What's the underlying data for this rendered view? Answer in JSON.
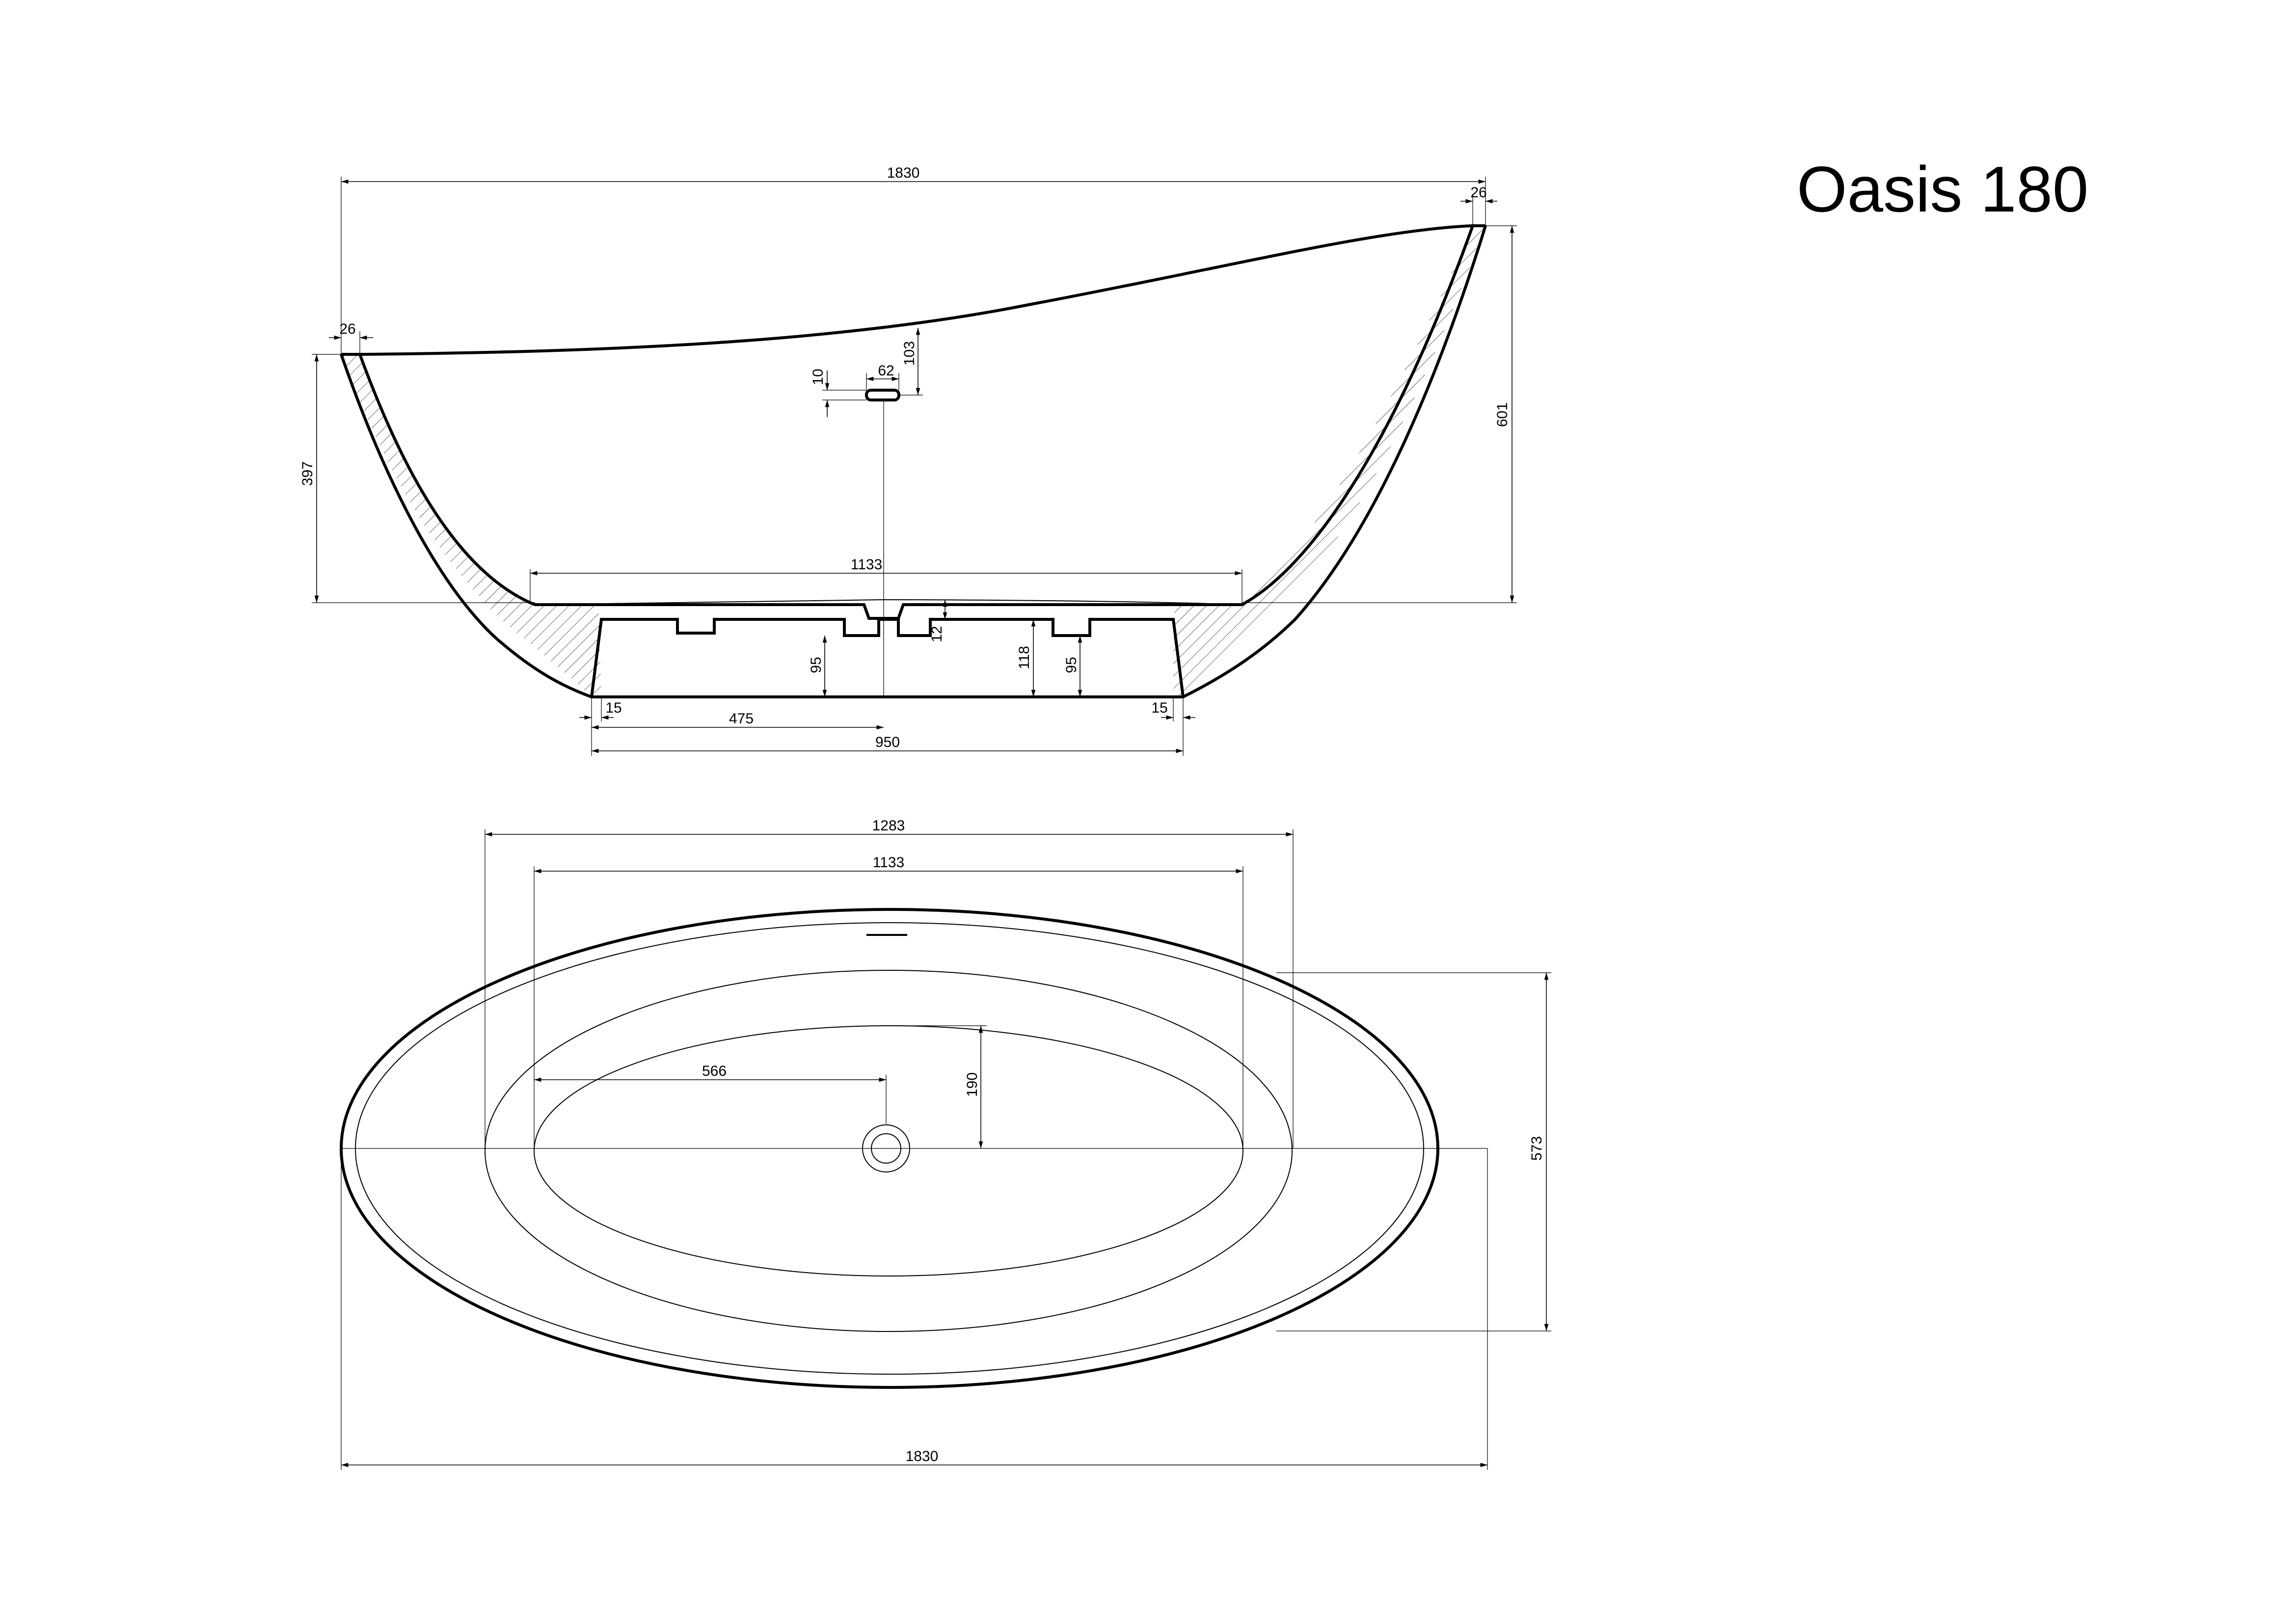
{
  "title": "Oasis 180",
  "side_view": {
    "dims": {
      "overall_length": "1830",
      "rim_right": "26",
      "rim_left": "26",
      "overflow_offset": "103",
      "overflow_width": "62",
      "overflow_height": "10",
      "total_height": "601",
      "low_end_height": "397",
      "inner_floor_length": "1133",
      "drain_depth": "12",
      "plinth_height": "118",
      "foot_left": "95",
      "foot_right": "95",
      "edge_left": "15",
      "edge_right": "15",
      "half_base": "475",
      "base_length": "950"
    }
  },
  "top_view": {
    "dims": {
      "rim_inner_length": "1283",
      "basin_length": "1133",
      "drain_offset": "566",
      "drain_to_center": "190",
      "width": "573",
      "overall_length": "1830"
    }
  }
}
